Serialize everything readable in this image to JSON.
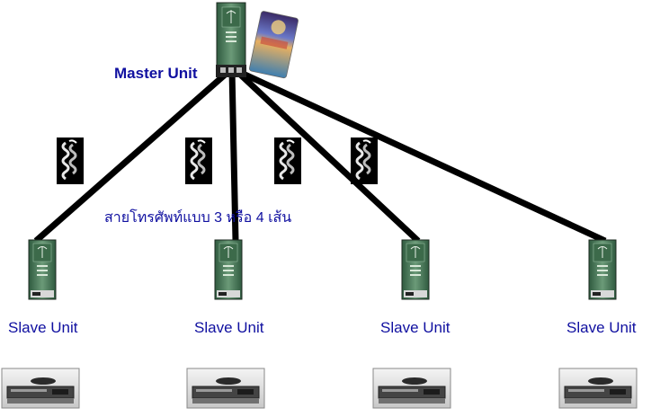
{
  "master": {
    "label": "Master Unit",
    "card_colors": [
      "#3a2a66",
      "#6a78c8",
      "#e8b060",
      "#3f7fb0"
    ]
  },
  "cable_label": "สายโทรศัพท์แบบ 3 หรือ 4 เส้น",
  "slaves": [
    {
      "label": "Slave Unit"
    },
    {
      "label": "Slave Unit"
    },
    {
      "label": "Slave Unit"
    },
    {
      "label": "Slave Unit"
    }
  ],
  "icons": {
    "unit": "phone-unit-icon",
    "card": "smart-card-icon",
    "cable": "coiled-cable-icon",
    "receiver": "set-top-box-icon"
  },
  "colors": {
    "connector_line": "#000000",
    "label_text": "#1010a0",
    "unit_body": "#4a7a5a",
    "receiver_body": "#d9d9d9"
  }
}
